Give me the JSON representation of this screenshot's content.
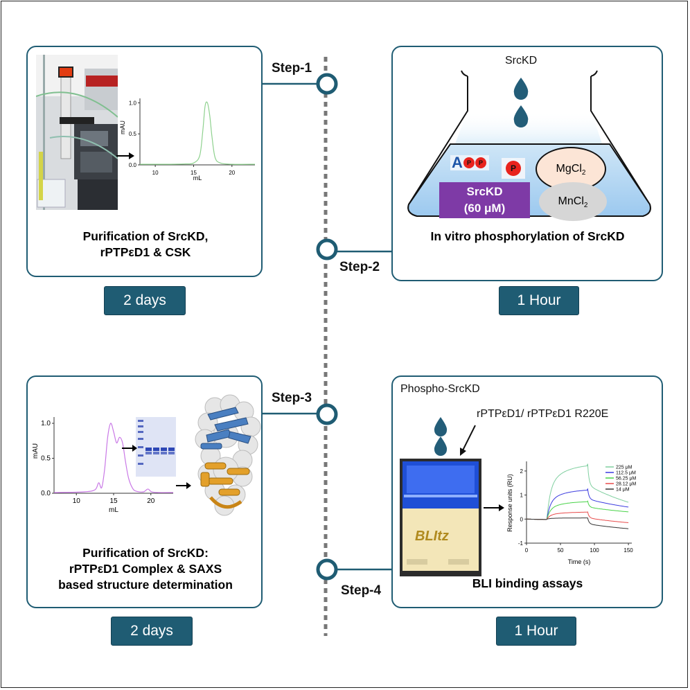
{
  "steps": {
    "s1": "Step-1",
    "s2": "Step-2",
    "s3": "Step-3",
    "s4": "Step-4"
  },
  "panel1": {
    "caption_line1": "Purification of SrcKD,",
    "caption_line2": "rPTPεD1 & CSK",
    "badge": "2 days",
    "chart": {
      "ylabel": "mAU",
      "xlabel": "mL",
      "y_ticks": [
        "0.0",
        "0.5",
        "1.0"
      ],
      "x_ticks": [
        "10",
        "15",
        "20"
      ]
    }
  },
  "panel2": {
    "title": "SrcKD",
    "caption": "In vitro phosphorylation of SrcKD",
    "badge": "1 Hour",
    "atp_letter": "A",
    "p_letter": "P",
    "kinase_line1": "SrcKD",
    "kinase_line2": "(60 μM)",
    "mg": "MgCl",
    "mn": "MnCl",
    "subscript": "2"
  },
  "panel3": {
    "caption_line1": "Purification of SrcKD:",
    "caption_line2": "rPTPεD1 Complex & SAXS",
    "caption_line3": "based structure determination",
    "badge": "2 days",
    "chart": {
      "ylabel": "mAU",
      "xlabel": "mL",
      "y_ticks": [
        "0.0",
        "0.5",
        "1.0"
      ],
      "x_ticks": [
        "10",
        "15",
        "20"
      ]
    }
  },
  "panel4": {
    "title": "Phospho-SrcKD",
    "protein_label": "rPTPεD1/ rPTPεD1 R220E",
    "caption": "BLI binding assays",
    "badge": "1 Hour",
    "instrument_brand": "BLItz",
    "chart": {
      "ylabel": "Response units (RU)",
      "xlabel": "Time (s)",
      "y_ticks": [
        "-1",
        "0",
        "1",
        "2"
      ],
      "x_ticks": [
        "0",
        "50",
        "100",
        "150"
      ],
      "legend": [
        "225 μM",
        "112.5 μM",
        "56.25 μM",
        "28.12 μM",
        "14 μM"
      ],
      "legend_colors": [
        "#7fcf9f",
        "#3a3adf",
        "#47d247",
        "#e84a4a",
        "#333333"
      ]
    }
  },
  "chart_data": [
    {
      "type": "line",
      "xlabel": "mL",
      "ylabel": "mAU",
      "xlim": [
        8,
        23
      ],
      "ylim": [
        0,
        1.05
      ],
      "series": [
        {
          "color": "#8ed18e",
          "x": [
            8,
            12,
            14,
            15,
            15.8,
            16.2,
            16.5,
            16.8,
            17.1,
            17.4,
            17.8,
            18.5,
            20,
            23
          ],
          "y": [
            0.01,
            0.01,
            0.015,
            0.03,
            0.15,
            0.55,
            0.95,
            1.0,
            0.8,
            0.45,
            0.12,
            0.03,
            0.01,
            0.01
          ]
        }
      ]
    },
    {
      "type": "line",
      "xlabel": "mL",
      "ylabel": "mAU",
      "xlim": [
        7,
        23
      ],
      "ylim": [
        0,
        1.05
      ],
      "series": [
        {
          "color": "#c978e6",
          "x": [
            7,
            11,
            12.5,
            13,
            13.4,
            13.8,
            14.2,
            14.6,
            15,
            15.4,
            15.8,
            16.2,
            16.6,
            17,
            17.5,
            18,
            19,
            19.6,
            20.1,
            21,
            23
          ],
          "y": [
            0.01,
            0.02,
            0.05,
            0.15,
            0.08,
            0.35,
            0.8,
            1.0,
            0.88,
            0.72,
            0.8,
            0.72,
            0.45,
            0.22,
            0.08,
            0.03,
            0.02,
            0.06,
            0.02,
            0.01,
            0.01
          ]
        }
      ]
    },
    {
      "type": "line",
      "xlabel": "Time (s)",
      "ylabel": "Response units (RU)",
      "xlim": [
        0,
        155
      ],
      "ylim": [
        -1,
        2.4
      ],
      "series": [
        {
          "name": "225 μM",
          "color": "#7fcf9f",
          "plateau": 2.3,
          "end": 0.7
        },
        {
          "name": "112.5 μM",
          "color": "#3a3adf",
          "plateau": 1.25,
          "end": 0.5
        },
        {
          "name": "56.25 μM",
          "color": "#47d247",
          "plateau": 0.75,
          "end": 0.3
        },
        {
          "name": "28.12 μM",
          "color": "#e84a4a",
          "plateau": 0.3,
          "end": -0.15
        },
        {
          "name": "14 μM",
          "color": "#333333",
          "plateau": 0.05,
          "end": -0.4
        }
      ]
    }
  ]
}
